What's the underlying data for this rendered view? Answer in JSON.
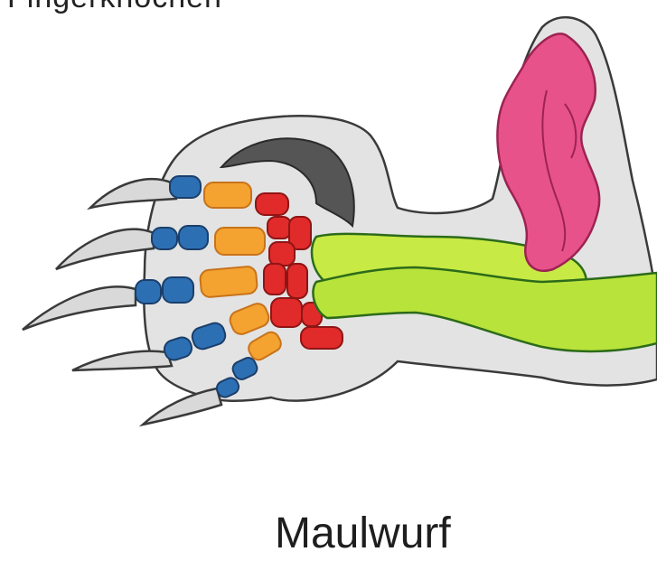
{
  "header_fragment": "Fingerknochen",
  "caption": "Maulwurf",
  "colors": {
    "claw_fill": "#d9d9d9",
    "outline": "#3a3a3a",
    "body_fill": "#e3e3e3",
    "carpal_blue": "#2d6fb3",
    "metacarpal_orange": "#f4a230",
    "phalanx_red": "#e12a2a",
    "forearm_green": "#b8e33a",
    "humerus_pink": "#e8528a",
    "sesamoid_gray": "#555555"
  },
  "parts": [
    "claws",
    "distal-bones-blue",
    "middle-bones-orange",
    "proximal-bones-red",
    "sesamoid-bone-gray",
    "forearm-bones-green",
    "humerus-pink"
  ]
}
